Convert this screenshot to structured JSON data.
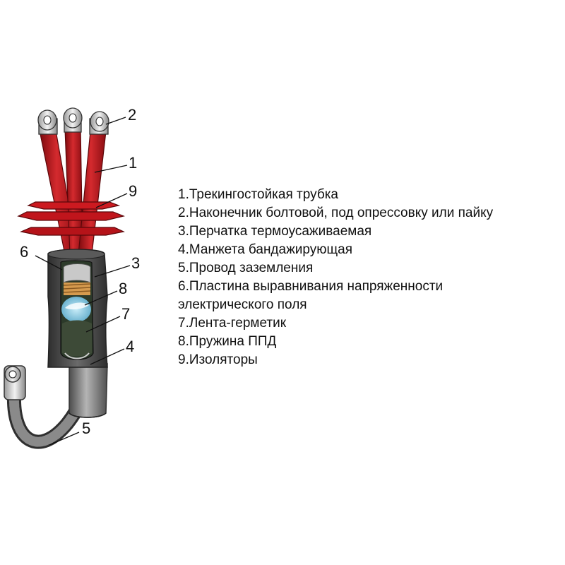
{
  "diagram": {
    "colors": {
      "tube_red": "#c8161d",
      "tube_dark": "#7d0a0e",
      "glove_grey": "#4a4a4a",
      "sleeve_grey": "#8c8c8c",
      "braid_grey": "#6a6a6a",
      "cutaway_highlight": "#8fd3ee",
      "sealant_dark": "#33402f",
      "spring_copper": "#c9924a"
    },
    "icons": [
      "lug-icon",
      "braid-icon",
      "spring-icon"
    ],
    "callouts": [
      "1",
      "2",
      "3",
      "4",
      "5",
      "6",
      "7",
      "8",
      "9"
    ]
  },
  "legend": {
    "items": [
      "1.Трекингостойкая трубка",
      "2.Наконечник болтовой, под опрессовку или пайку",
      "3.Перчатка термоусаживаемая",
      "4.Манжета бандажирующая",
      "5.Провод заземления",
      "6.Пластина выравнивания напряженности",
      "электрического поля",
      "7.Лента-герметик",
      "8.Пружина ППД",
      "9.Изоляторы"
    ]
  }
}
